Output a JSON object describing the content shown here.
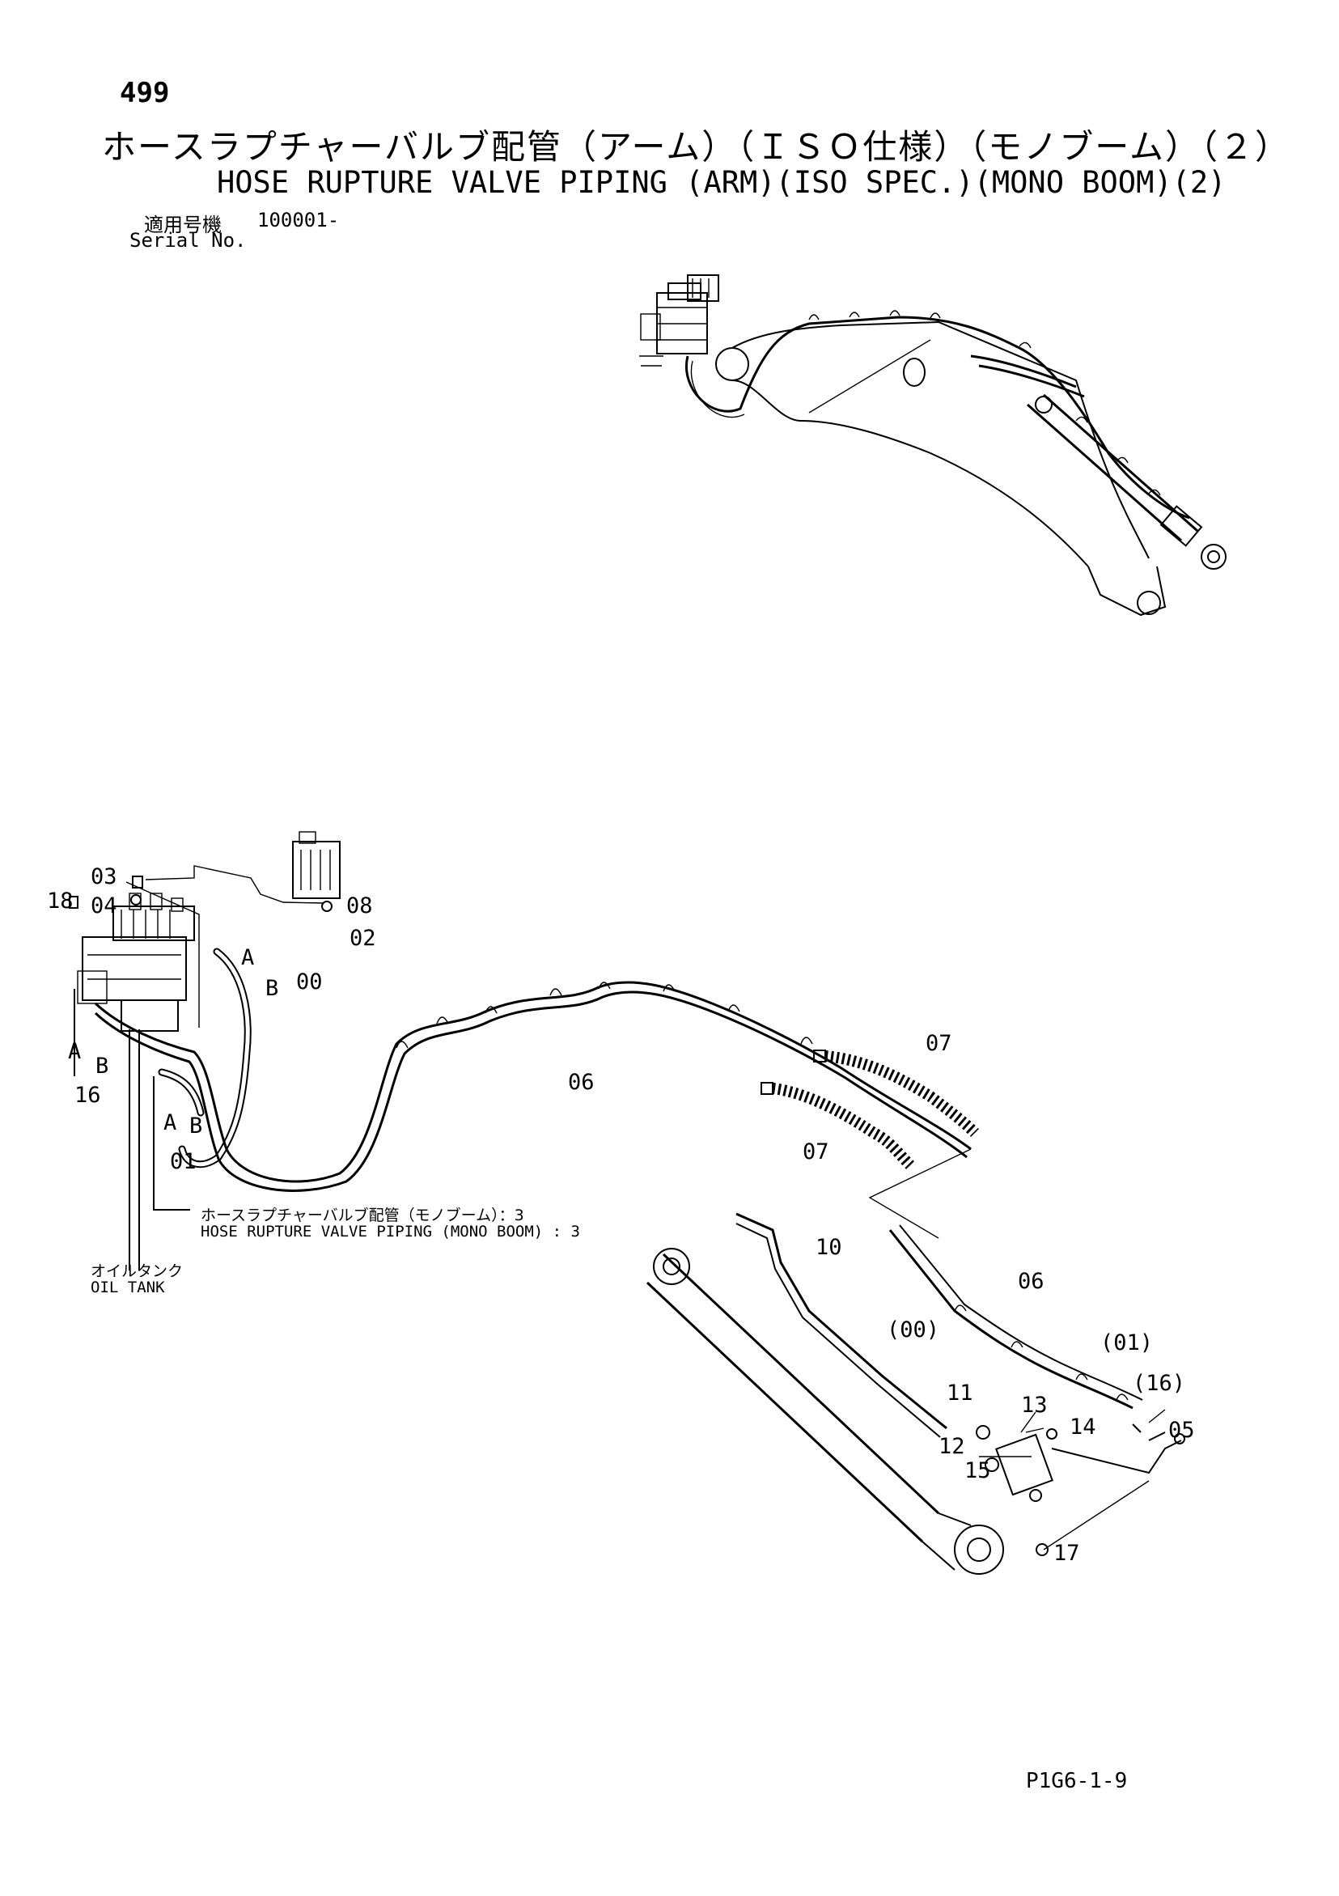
{
  "header": {
    "page_number": "499",
    "title_ja": "ホースラプチャーバルブ配管（アーム）（ＩＳＯ仕様）（モノブーム）（２）",
    "title_en": "HOSE RUPTURE VALVE PIPING (ARM)(ISO SPEC.)(MONO BOOM)(2)",
    "serial_label_ja": "適用号機",
    "serial_value": "100001-",
    "serial_label_en": "Serial No."
  },
  "callouts": {
    "c03": "03",
    "c04": "04",
    "c18": "18",
    "c08": "08",
    "c02": "02",
    "cA1": "A",
    "cB1": "B",
    "c00": "00",
    "cA2": "A",
    "cB2": "B",
    "c16": "16",
    "cA3": "A",
    "cB3": "B",
    "c01": "01",
    "c06a": "06",
    "c07a": "07",
    "c07b": "07",
    "c10": "10",
    "c06b": "06",
    "c00p": "(00)",
    "c01p": "(01)",
    "c16p": "(16)",
    "c11": "11",
    "c13": "13",
    "c14": "14",
    "c05": "05",
    "c12": "12",
    "c15": "15",
    "c17": "17"
  },
  "references": {
    "mono_boom_ja": "ホースラプチャーバルブ配管（モノブーム）：3",
    "mono_boom_en": "HOSE RUPTURE VALVE PIPING (MONO BOOM) : 3",
    "oil_tank_ja": "オイルタンク",
    "oil_tank_en": "OIL TANK"
  },
  "footer": {
    "drawing_code": "P1G6-1-9"
  }
}
